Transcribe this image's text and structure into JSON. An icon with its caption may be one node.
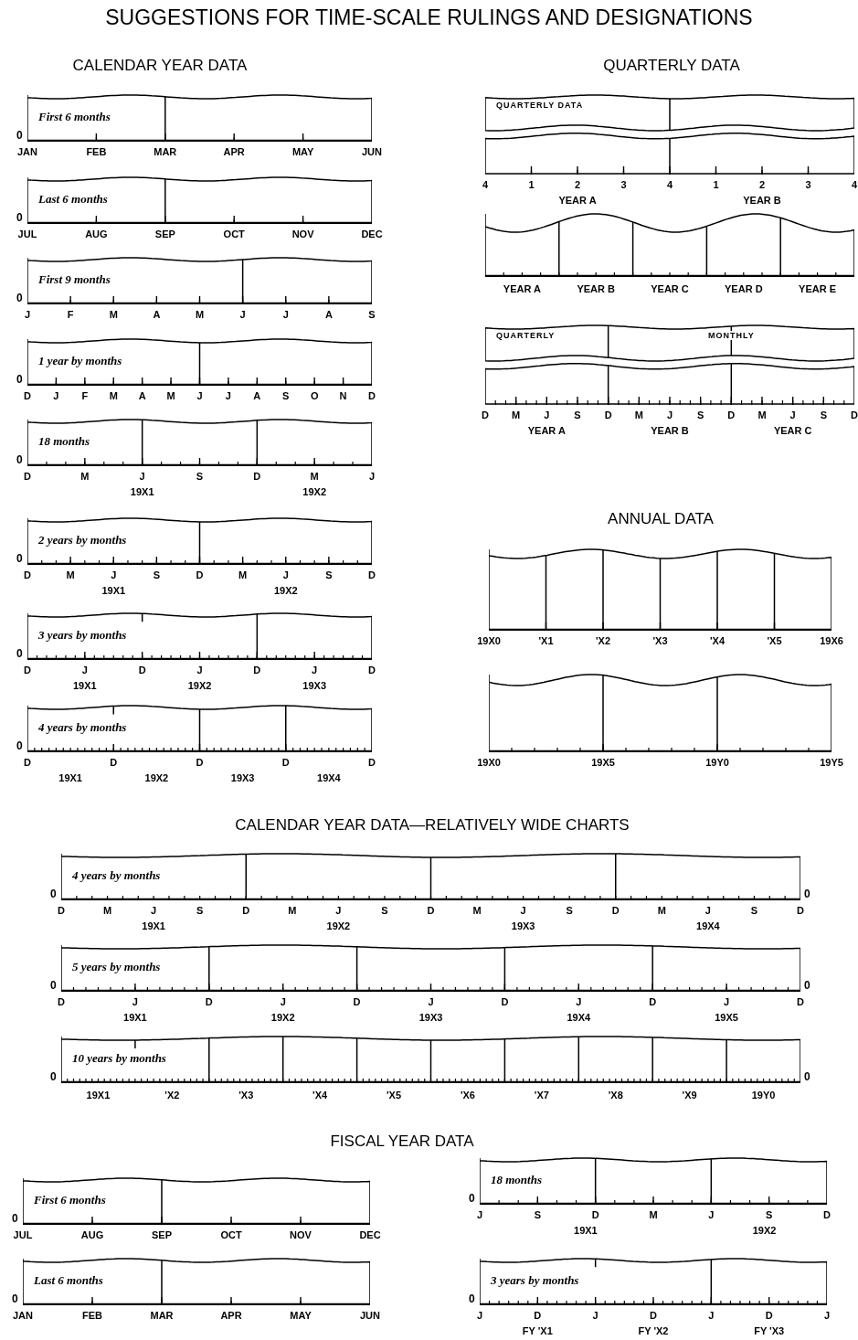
{
  "diagram": {
    "title": "SUGGESTIONS FOR TIME-SCALE RULINGS AND DESIGNATIONS",
    "nodes": [
      {
        "text": [
          "First 6 months"
        ],
        "beside": [
          "0",
          "JAN",
          "FEB",
          "MAR",
          "APR",
          "MAY",
          "JUN"
        ]
      },
      {
        "text": [
          "Last 6 months"
        ],
        "beside": [
          "0",
          "JUL",
          "AUG",
          "SEP",
          "OCT",
          "NOV",
          "DEC"
        ]
      },
      {
        "text": [
          "First 9 months"
        ],
        "beside": [
          "0",
          "J",
          "F",
          "M",
          "A",
          "M",
          "J",
          "J",
          "A",
          "S"
        ]
      },
      {
        "text": [
          "1 year by months"
        ],
        "beside": [
          "0",
          "D",
          "J",
          "F",
          "M",
          "A",
          "M",
          "J",
          "J",
          "A",
          "S",
          "O",
          "N",
          "D"
        ]
      },
      {
        "text": [
          "18 months"
        ],
        "beside": [
          "0",
          "D",
          "M",
          "J",
          "S",
          "D",
          "M",
          "J",
          "19X1",
          "19X2"
        ]
      },
      {
        "text": [
          "2 years by months"
        ],
        "beside": [
          "0",
          "D",
          "M",
          "J",
          "S",
          "D",
          "M",
          "J",
          "S",
          "D",
          "19X1",
          "19X2"
        ]
      },
      {
        "text": [
          "3 years by months"
        ],
        "beside": [
          "0",
          "D",
          "J",
          "D",
          "J",
          "D",
          "J",
          "D",
          "19X1",
          "19X2",
          "19X3"
        ]
      },
      {
        "text": [
          "4 years by months"
        ],
        "beside": [
          "0",
          "D",
          "D",
          "D",
          "D",
          "D",
          "19X1",
          "19X2",
          "19X3",
          "19X4"
        ]
      },
      {
        "text": [
          "QUARTERLY DATA"
        ],
        "beside": [
          "4",
          "1",
          "2",
          "3",
          "4",
          "1",
          "2",
          "3",
          "4",
          "YEAR A",
          "YEAR B"
        ]
      },
      {
        "text": [],
        "shape": "box",
        "beside": [
          "YEAR A",
          "YEAR B",
          "YEAR C",
          "YEAR D",
          "YEAR E"
        ]
      },
      {
        "text": [
          "QUARTERLY",
          "MONTHLY"
        ],
        "beside": [
          "D",
          "M",
          "J",
          "S",
          "D",
          "M",
          "J",
          "S",
          "D",
          "M",
          "J",
          "S",
          "D",
          "YEAR A",
          "YEAR B",
          "YEAR C"
        ]
      },
      {
        "text": [],
        "shape": "box",
        "beside": [
          "19X0",
          "'X1",
          "'X2",
          "'X3",
          "'X4",
          "'X5",
          "19X6"
        ]
      },
      {
        "text": [],
        "shape": "box",
        "beside": [
          "19X0",
          "19X5",
          "19Y0",
          "19Y5"
        ]
      },
      {
        "text": [
          "4 years by months"
        ],
        "beside": [
          "0",
          "0",
          "D",
          "M",
          "J",
          "S",
          "D",
          "M",
          "J",
          "S",
          "D",
          "M",
          "J",
          "S",
          "D",
          "M",
          "J",
          "S",
          "D",
          "19X1",
          "19X2",
          "19X3",
          "19X4"
        ]
      },
      {
        "text": [
          "5 years by months"
        ],
        "beside": [
          "0",
          "0",
          "D",
          "J",
          "D",
          "J",
          "D",
          "J",
          "D",
          "J",
          "D",
          "J",
          "D",
          "19X1",
          "19X2",
          "19X3",
          "19X4",
          "19X5"
        ]
      },
      {
        "text": [
          "10 years by months"
        ],
        "beside": [
          "0",
          "0",
          "19X1",
          "'X2",
          "'X3",
          "'X4",
          "'X5",
          "'X6",
          "'X7",
          "'X8",
          "'X9",
          "19Y0"
        ]
      },
      {
        "text": [
          "First 6 months"
        ],
        "beside": [
          "0",
          "JUL",
          "AUG",
          "SEP",
          "OCT",
          "NOV",
          "DEC"
        ]
      },
      {
        "text": [
          "Last 6 months"
        ],
        "beside": [
          "0",
          "JAN",
          "FEB",
          "MAR",
          "APR",
          "MAY",
          "JUN"
        ]
      },
      {
        "text": [
          "18 months"
        ],
        "beside": [
          "0",
          "J",
          "S",
          "D",
          "M",
          "J",
          "S",
          "D",
          "19X1",
          "19X2"
        ]
      },
      {
        "text": [
          "3 years by months"
        ],
        "beside": [
          "0",
          "J",
          "D",
          "J",
          "D",
          "J",
          "D",
          "J",
          "FY 'X1",
          "FY 'X2",
          "FY 'X3"
        ]
      }
    ],
    "labels": [
      "CALENDAR YEAR DATA",
      "QUARTERLY DATA",
      "ANNUAL DATA",
      "CALENDAR YEAR DATA—RELATIVELY WIDE CHARTS",
      "FISCAL YEAR DATA"
    ]
  }
}
